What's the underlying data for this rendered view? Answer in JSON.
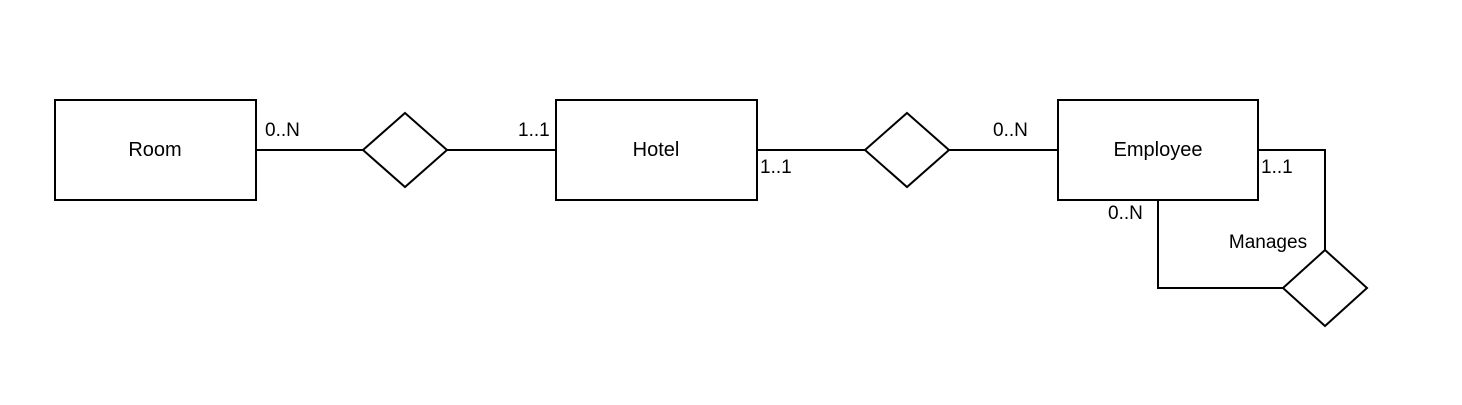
{
  "entities": {
    "room": "Room",
    "hotel": "Hotel",
    "employee": "Employee"
  },
  "relationships": {
    "manages": "Manages"
  },
  "cardinalities": {
    "room_side": "0..N",
    "hotel_room_side": "1..1",
    "hotel_employee_side": "1..1",
    "employee_hotel_side": "0..N",
    "employee_manager_side": "1..1",
    "employee_managed_side": "0..N"
  }
}
